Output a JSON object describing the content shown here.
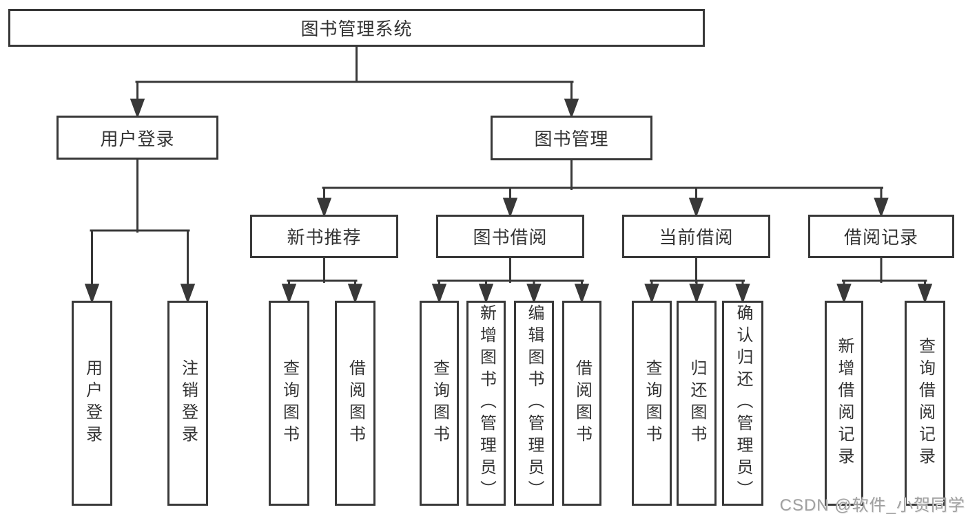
{
  "diagram": {
    "root": {
      "label": "图书管理系统"
    },
    "level2": [
      {
        "label": "用户登录"
      },
      {
        "label": "图书管理"
      }
    ],
    "level3": [
      {
        "label": "新书推荐"
      },
      {
        "label": "图书借阅"
      },
      {
        "label": "当前借阅"
      },
      {
        "label": "借阅记录"
      }
    ],
    "leaves": [
      {
        "label": "用户登录",
        "parent": "用户登录"
      },
      {
        "label": "注销登录",
        "parent": "用户登录"
      },
      {
        "label": "查询图书",
        "parent": "新书推荐"
      },
      {
        "label": "借阅图书",
        "parent": "新书推荐"
      },
      {
        "label": "查询图书",
        "parent": "图书借阅"
      },
      {
        "label": "新增图书（管理员）",
        "parent": "图书借阅"
      },
      {
        "label": "编辑图书（管理员）",
        "parent": "图书借阅"
      },
      {
        "label": "借阅图书",
        "parent": "图书借阅"
      },
      {
        "label": "查询图书",
        "parent": "当前借阅"
      },
      {
        "label": "归还图书",
        "parent": "当前借阅"
      },
      {
        "label": "确认归还（管理员）",
        "parent": "当前借阅"
      },
      {
        "label": "新增借阅记录",
        "parent": "借阅记录"
      },
      {
        "label": "查询借阅记录",
        "parent": "借阅记录"
      }
    ]
  },
  "watermark": {
    "text": "CSDN @软件_小贺同学"
  },
  "colors": {
    "line": "#383838",
    "text": "#333333",
    "watermark": "#a0a0a0",
    "background": "#ffffff"
  }
}
